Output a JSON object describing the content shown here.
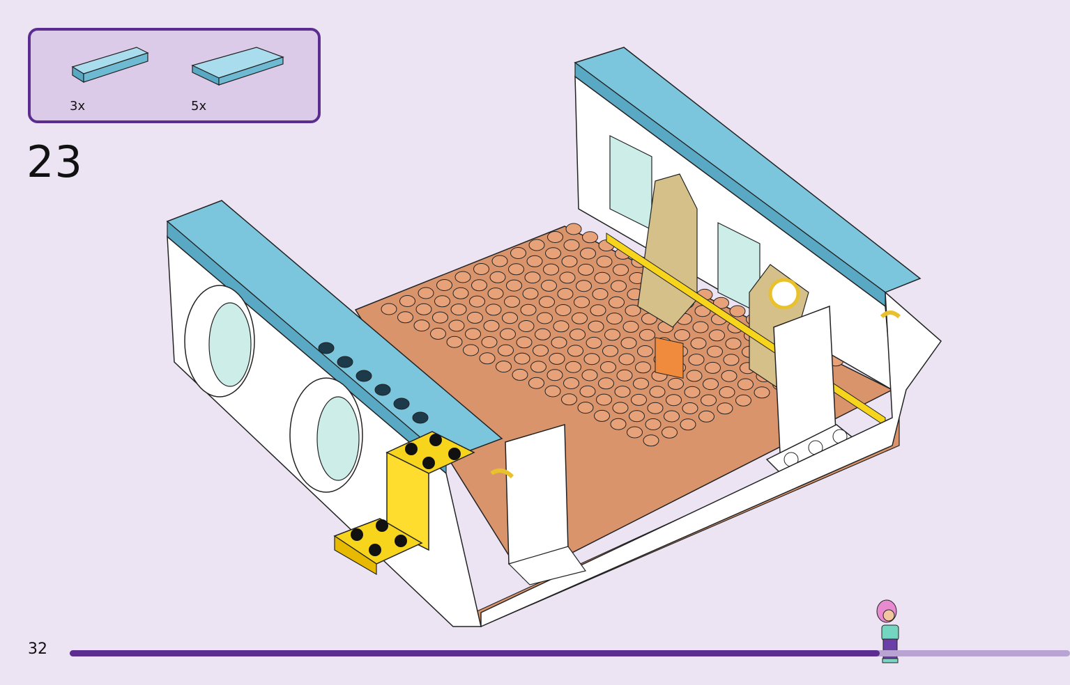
{
  "parts": [
    {
      "quantity": "3x",
      "icon": "light-blue-tile-1x4-icon",
      "color": "#7cc6dd"
    },
    {
      "quantity": "5x",
      "icon": "light-blue-tile-2x4-icon",
      "color": "#7cc6dd"
    }
  ],
  "step": {
    "number": "23"
  },
  "page": {
    "number": "32",
    "progress": 0.81
  },
  "colors": {
    "accent_purple": "#5b2d8e",
    "background": "#ece4f3",
    "tile_blue": "#7cc6dd",
    "baseplate": "#d9946c",
    "yellow": "#f7d51d"
  }
}
